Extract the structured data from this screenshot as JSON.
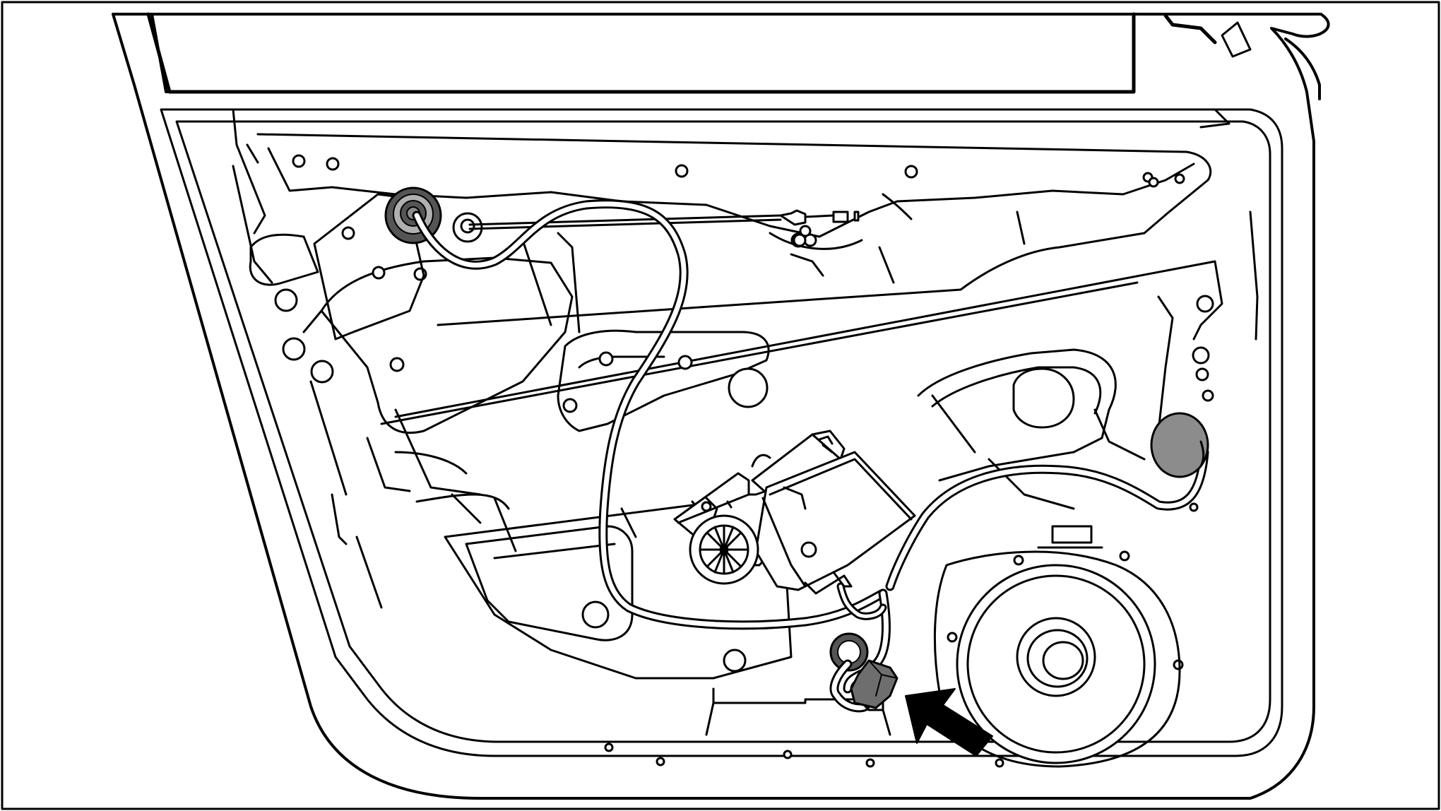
{
  "diagram": {
    "subject": "front-door-inner-panel",
    "components": [
      "door-frame",
      "window-opening",
      "inner-panel",
      "wiring-harness",
      "window-regulator-cable",
      "window-motor",
      "motor-gear",
      "speaker",
      "wiring-connector",
      "grommet-upper-left",
      "grommet-right",
      "indicator-arrow"
    ],
    "colors": {
      "line": "#000000",
      "background": "#ffffff",
      "grommet_dark": "#555555",
      "grommet_mid": "#8c8c8c",
      "grommet_light": "#b0b0b0",
      "connector": "#6e6e6e"
    }
  }
}
